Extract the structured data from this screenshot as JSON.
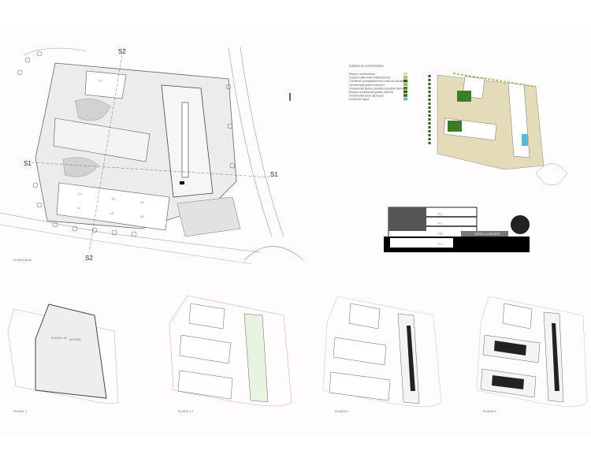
{
  "site_plan": {
    "title": "PLANTA BAJA",
    "section_marks": [
      "S1",
      "S1",
      "S2",
      "S2"
    ],
    "blocks": [
      "L7",
      "L1",
      "L2",
      "L3",
      "L4",
      "L5",
      "L6"
    ]
  },
  "legend": {
    "title": "DISEÑO DE EXTERIORES",
    "items": [
      {
        "label": "Paseo y ambulatorio",
        "color": "#e4dcb8"
      },
      {
        "label": "Césped (diferentes tratamientos)",
        "color": "#9cc25a"
      },
      {
        "label": "Coníferas (completamente y bancos acústicos)",
        "color": "#2f5a1e"
      },
      {
        "label": "Ornamental (paseo exterior)",
        "color": "#a8b032"
      },
      {
        "label": "Ornamental (paseo perdido principal interno)",
        "color": "#4d7a22"
      },
      {
        "label": "Bosque ornamental (paseo interior)",
        "color": "#1f6a32"
      },
      {
        "label": "Ornamental (seto alcorque)",
        "color": "#6d5a1a"
      },
      {
        "label": "Fuente de agua",
        "color": "#5ab8d8"
      }
    ]
  },
  "section": {
    "levels": [
      "P.2",
      "P.1",
      "P.B",
      "P.-1"
    ],
    "sign": "HOTEL LA GAVIOTA"
  },
  "floor_plans": [
    {
      "title": "PLANTA -1",
      "labels": [
        "PLANTA -1B",
        "ACCESO"
      ]
    },
    {
      "title": "PLANTA 1-2"
    },
    {
      "title": "PLANTA 3"
    },
    {
      "title": "PLANTA 4"
    }
  ]
}
